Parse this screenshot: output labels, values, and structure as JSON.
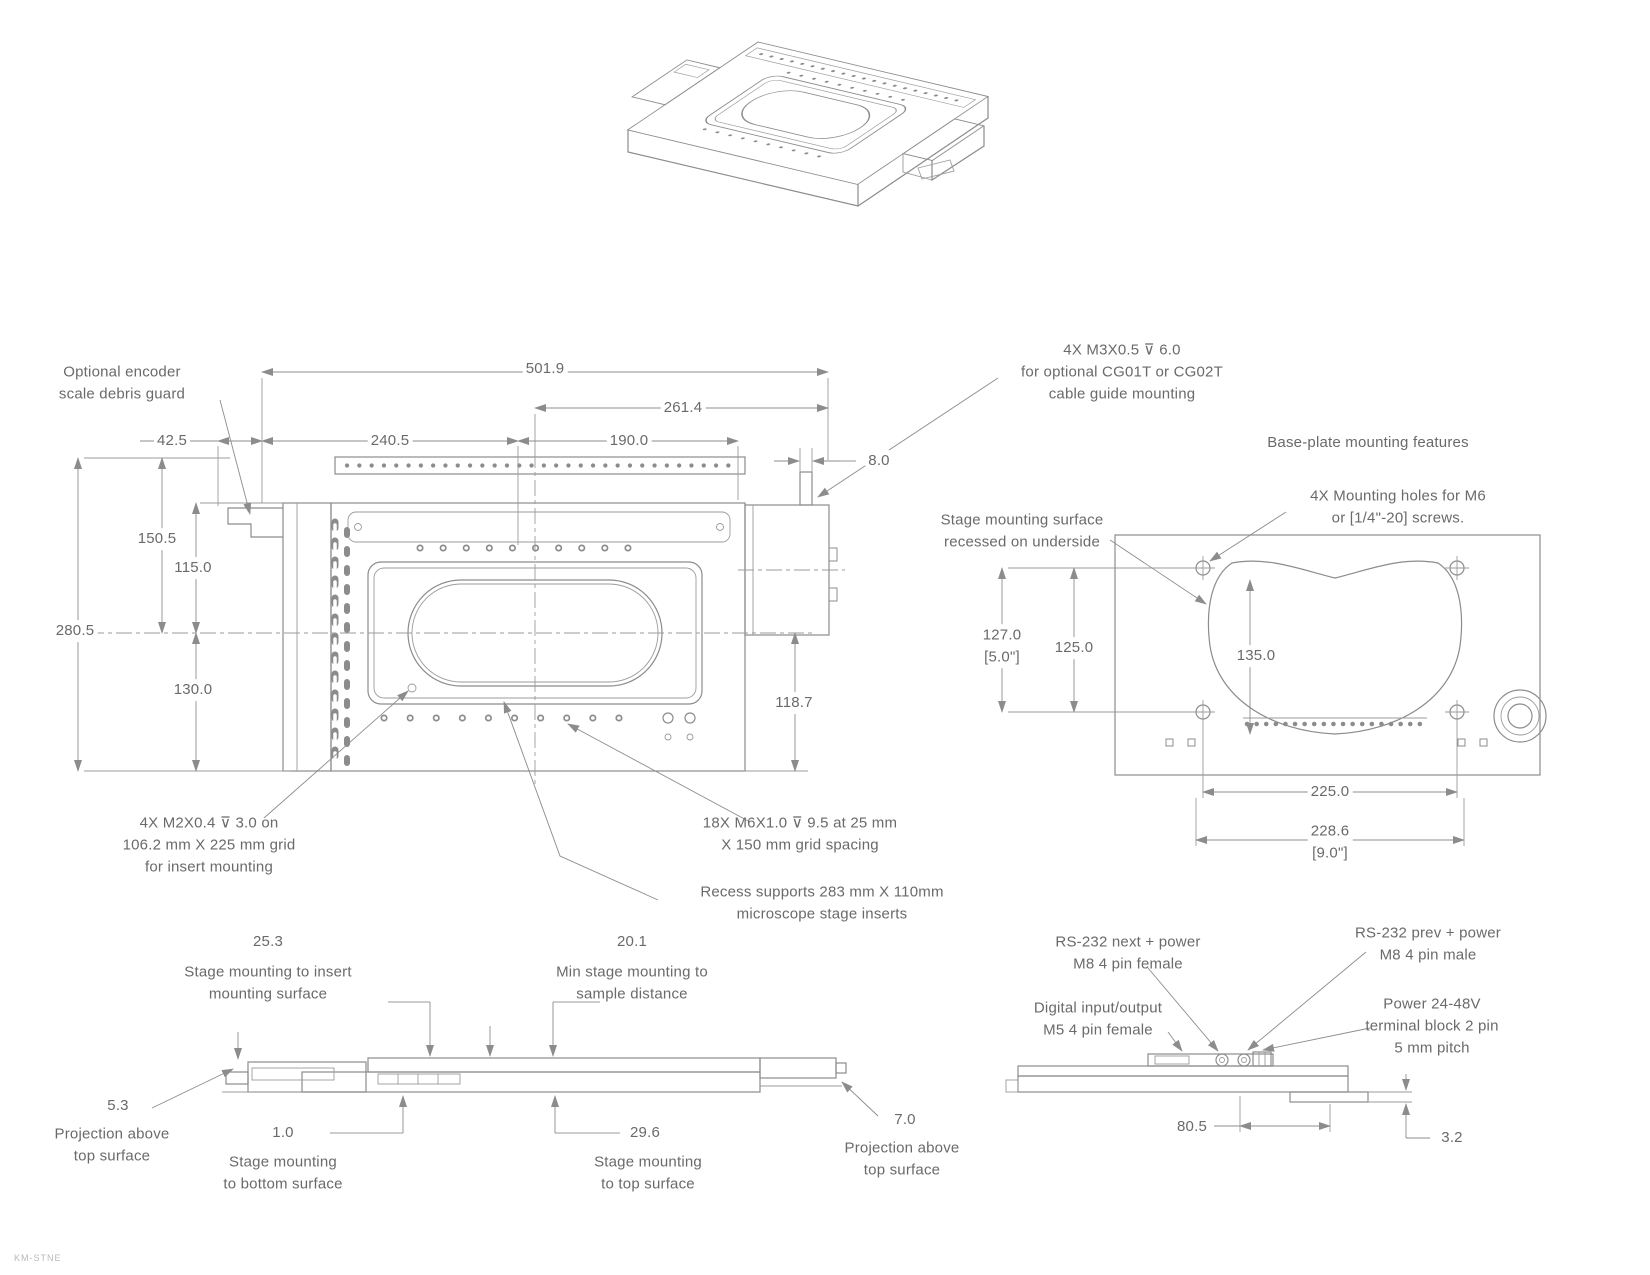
{
  "drawing": {
    "code": "KM-STNE",
    "colors": {
      "line": "#8c8c8c",
      "text": "#6a6a6a",
      "background": "#ffffff"
    }
  },
  "views": {
    "plan": {
      "dims": {
        "overall_width": "501.9",
        "center_to_right": "261.4",
        "guard_offset": "42.5",
        "left_span": "240.5",
        "right_span": "190.0",
        "tab_width": "8.0",
        "top_to_center": "150.5",
        "edge_to_center": "115.0",
        "overall_height": "280.5",
        "center_to_bottom": "130.0",
        "center_to_bottom_right": "118.7"
      },
      "notes": {
        "debris_guard": "Optional encoder\nscale debris guard",
        "cable_guide": "4X M3X0.5 ⊽ 6.0\nfor optional CG01T or CG02T\ncable guide mounting",
        "insert_mounting": "4X M2X0.4 ⊽ 3.0 on\n106.2 mm X 225 mm grid\nfor insert mounting",
        "grid_spacing": "18X M6X1.0 ⊽ 9.5 at 25 mm\nX 150 mm grid spacing",
        "recess": "Recess supports 283 mm X 110mm\nmicroscope stage inserts"
      }
    },
    "baseplate": {
      "title": "Base-plate mounting features",
      "notes": {
        "mounting_holes": "4X Mounting holes for M6\nor [1/4\"-20] screws.",
        "recessed_surface": "Stage mounting surface\nrecessed on underside"
      },
      "dims": {
        "hole_pitch_v": "127.0\n[5.0\"]",
        "recess_height": "125.0",
        "surface_height": "135.0",
        "hole_pitch_h": "225.0",
        "overall_span": "228.6\n[9.0\"]"
      }
    },
    "side_left": {
      "dims": {
        "insert_surface": "25.3",
        "sample_distance": "20.1",
        "projection_left": "5.3",
        "bottom_surface": "1.0",
        "top_surface": "29.6",
        "projection_right": "7.0"
      },
      "notes": {
        "insert_surface": "Stage mounting to insert\nmounting surface",
        "sample_distance": "Min stage mounting to\nsample distance",
        "projection_left": "Projection above\ntop surface",
        "bottom_surface": "Stage mounting\nto bottom surface",
        "top_surface": "Stage mounting\nto top surface",
        "projection_right": "Projection above\ntop surface"
      }
    },
    "side_right": {
      "notes": {
        "rs232_next": "RS-232 next + power\nM8 4 pin female",
        "rs232_prev": "RS-232 prev + power\nM8 4 pin male",
        "digital_io": "Digital input/output\nM5 4 pin female",
        "power": "Power 24-48V\nterminal block 2 pin\n5 mm pitch"
      },
      "dims": {
        "connector_span": "80.5",
        "rail_thickness": "3.2"
      }
    }
  }
}
